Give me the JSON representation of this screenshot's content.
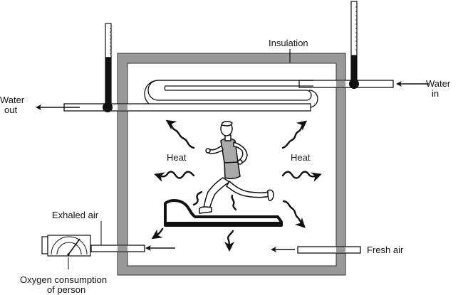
{
  "diagram": {
    "title": "Calorimeter chamber measuring heat production of a runner",
    "labels": {
      "insulation": "Insulation",
      "water_out_1": "Water",
      "water_out_2": "out",
      "water_in_1": "Water",
      "water_in_2": "in",
      "heat_left": "Heat",
      "heat_right": "Heat",
      "exhaled_air": "Exhaled air",
      "oxygen_1": "Oxygen consumption",
      "oxygen_2": "of person",
      "fresh_air": "Fresh air"
    },
    "components": [
      "insulated-chamber",
      "cooling-water-coil",
      "thermometer-water-out",
      "thermometer-water-in",
      "runner",
      "treadmill",
      "oxygen-meter"
    ],
    "thermometers": {
      "water_out_fill": 0.6,
      "water_in_fill": 0.35
    },
    "colors": {
      "insulation": "#999999",
      "ink": "#111111",
      "runner_clothing": "#aaaaaa"
    }
  }
}
